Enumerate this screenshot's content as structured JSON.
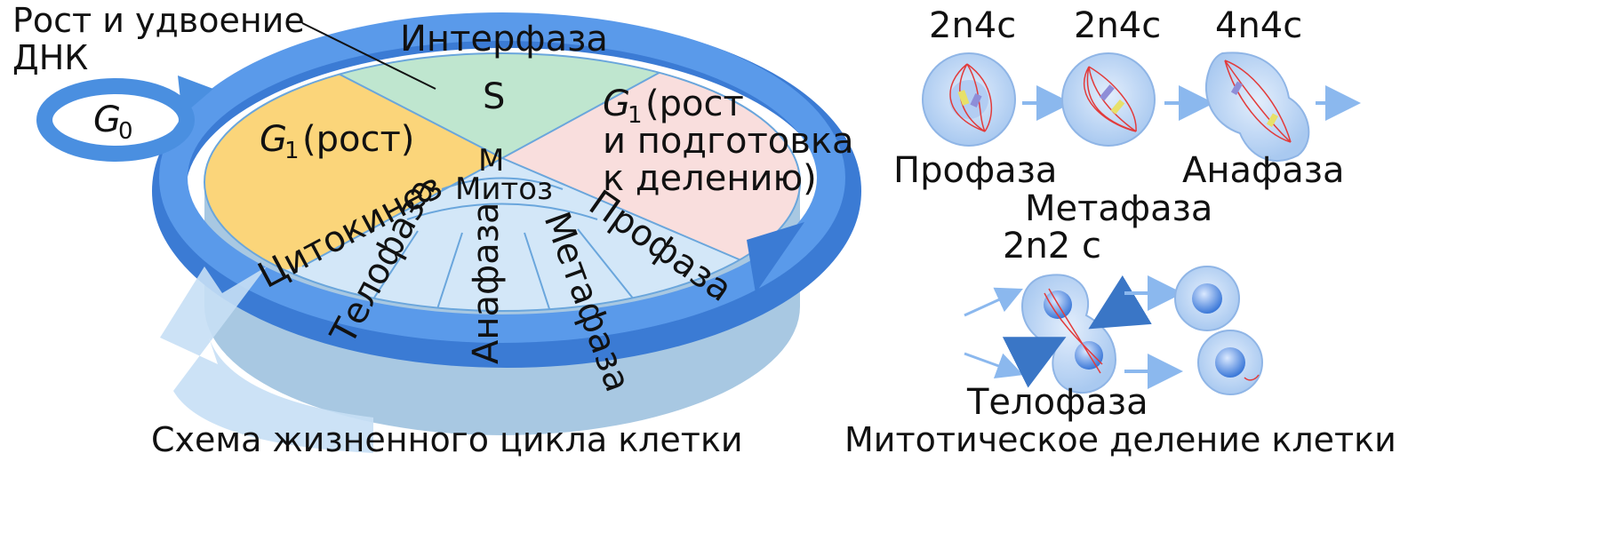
{
  "cycle": {
    "top_note": "Рост и удвоение",
    "top_note_2": "ДНК",
    "interphase": "Интерфаза",
    "s_phase": "S",
    "g0_main": "G",
    "g0_sub": "0",
    "g1_left_main": "G",
    "g1_left_sub": "1",
    "g1_left_rest": "(рост)",
    "g1_right_main": "G",
    "g1_right_sub": "1",
    "g1_right_rest": "(рост",
    "g1_right_line2": "и подготовка",
    "g1_right_line3": "к делению)",
    "m_phase": "М",
    "mitosis": "Митоз",
    "cytokinesis": "Цитокинез",
    "telophase": "Телофаза",
    "anaphase": "Анафаза",
    "metaphase": "Метафаза",
    "prophase": "Профаза",
    "caption": "Схема жизненного цикла клетки"
  },
  "mitosis_panel": {
    "ploidy_1": "2n4c",
    "ploidy_2": "2n4c",
    "ploidy_3": "4n4c",
    "ploidy_4": "2n2 c",
    "prophase": "Профаза",
    "metaphase": "Метафаза",
    "anaphase": "Анафаза",
    "telophase": "Телофаза",
    "caption": "Митотическое деление клетки"
  },
  "colors": {
    "ring_blue": "#4a8fe0",
    "interphase_green": "#bfe6cf",
    "g1_left_yellow": "#fbd57a",
    "g1_right_pink": "#f9dedd",
    "mitosis_lightblue": "#d3e7f8",
    "cell_fill": "#bcd6f5",
    "spindle_red": "#e23b3b"
  },
  "icons": [
    "g0-loop-arrow-icon",
    "cycle-arrow-icon",
    "spindle-icon"
  ]
}
